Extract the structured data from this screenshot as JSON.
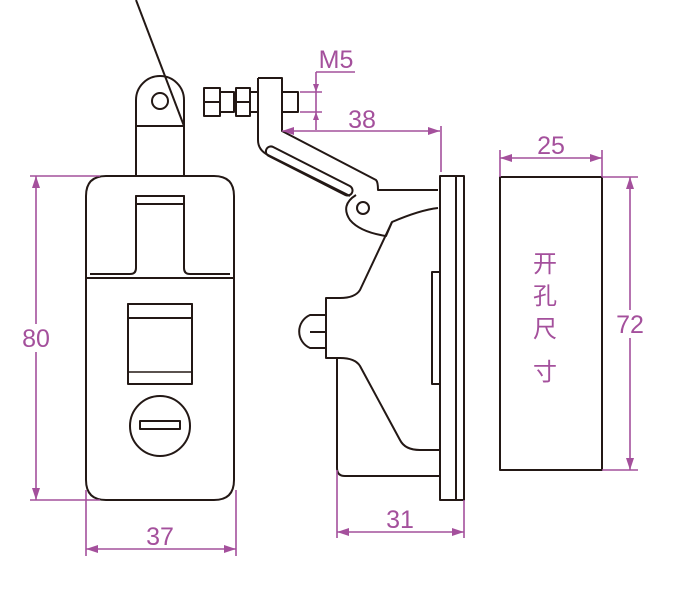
{
  "dimensions": {
    "height_front": "80",
    "width_front": "37",
    "thread": "M5",
    "handle_reach": "38",
    "depth_side": "31",
    "cutout_width": "25",
    "cutout_height": "72"
  },
  "cutout_label": [
    "开",
    "孔",
    "尺",
    "寸"
  ],
  "colors": {
    "line": "#231815",
    "dimension": "#a4509c"
  }
}
